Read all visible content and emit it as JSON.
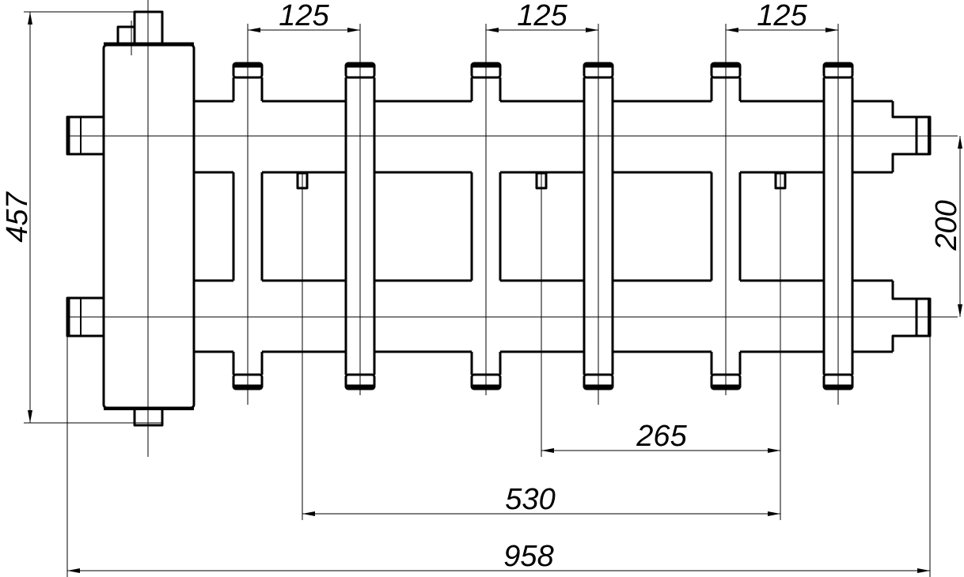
{
  "drawing": {
    "dimensions": {
      "spacing_1": "125",
      "spacing_2": "125",
      "spacing_3": "125",
      "height_total": "457",
      "inlet_spacing": "200",
      "vent_spacing_short": "265",
      "vent_spacing_long": "530",
      "length_total": "958"
    }
  }
}
